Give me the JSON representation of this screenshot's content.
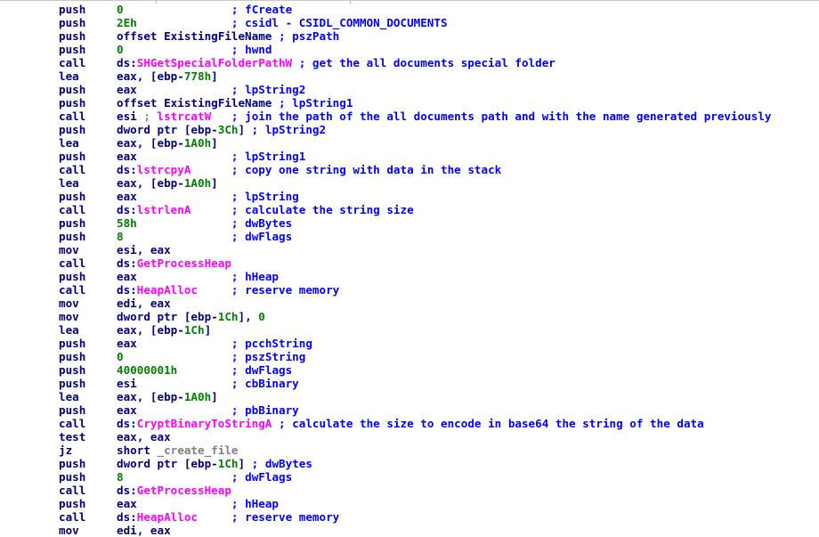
{
  "lines": [
    {
      "m": "push",
      "op": [
        [
          "0",
          "n"
        ]
      ],
      "c": "fCreate"
    },
    {
      "m": "push",
      "op": [
        [
          "2Eh",
          "n"
        ]
      ],
      "c": "csidl - CSIDL_COMMON_DOCUMENTS"
    },
    {
      "m": "push",
      "op": [
        [
          "offset ExistingFileName",
          "t"
        ]
      ],
      "c": "pszPath"
    },
    {
      "m": "push",
      "op": [
        [
          "0",
          "n"
        ]
      ],
      "c": "hwnd"
    },
    {
      "m": "call",
      "op": [
        [
          "ds:",
          "t"
        ],
        [
          "SHGetSpecialFolderPathW",
          "f"
        ]
      ],
      "c": "get the all documents special folder"
    },
    {
      "m": "lea",
      "op": [
        [
          "eax, [ebp-",
          "t"
        ],
        [
          "778h",
          "n"
        ],
        [
          "]",
          "t"
        ]
      ]
    },
    {
      "m": "push",
      "op": [
        [
          "eax",
          "t"
        ]
      ],
      "c": "lpString2"
    },
    {
      "m": "push",
      "op": [
        [
          "offset ExistingFileName",
          "t"
        ]
      ],
      "c": "lpString1"
    },
    {
      "m": "call",
      "op": [
        [
          "esi",
          "t"
        ],
        [
          " ; ",
          "g"
        ],
        [
          "lstrcatW",
          "f"
        ]
      ],
      "c": "join the path of the all documents path and with the name generated previously"
    },
    {
      "m": "push",
      "op": [
        [
          "dword ptr [ebp-",
          "t"
        ],
        [
          "3Ch",
          "n"
        ],
        [
          "]",
          "t"
        ]
      ],
      "c": "lpString2"
    },
    {
      "m": "lea",
      "op": [
        [
          "eax, [ebp-",
          "t"
        ],
        [
          "1A0h",
          "n"
        ],
        [
          "]",
          "t"
        ]
      ]
    },
    {
      "m": "push",
      "op": [
        [
          "eax",
          "t"
        ]
      ],
      "c": "lpString1"
    },
    {
      "m": "call",
      "op": [
        [
          "ds:",
          "t"
        ],
        [
          "lstrcpyA",
          "f"
        ]
      ],
      "c": "copy one string with data in the stack"
    },
    {
      "m": "lea",
      "op": [
        [
          "eax, [ebp-",
          "t"
        ],
        [
          "1A0h",
          "n"
        ],
        [
          "]",
          "t"
        ]
      ]
    },
    {
      "m": "push",
      "op": [
        [
          "eax",
          "t"
        ]
      ],
      "c": "lpString"
    },
    {
      "m": "call",
      "op": [
        [
          "ds:",
          "t"
        ],
        [
          "lstrlenA",
          "f"
        ]
      ],
      "c": "calculate the string size"
    },
    {
      "m": "push",
      "op": [
        [
          "58h",
          "n"
        ]
      ],
      "c": "dwBytes"
    },
    {
      "m": "push",
      "op": [
        [
          "8",
          "n"
        ]
      ],
      "c": "dwFlags"
    },
    {
      "m": "mov",
      "op": [
        [
          "esi, eax",
          "t"
        ]
      ]
    },
    {
      "m": "call",
      "op": [
        [
          "ds:",
          "t"
        ],
        [
          "GetProcessHeap",
          "f"
        ]
      ]
    },
    {
      "m": "push",
      "op": [
        [
          "eax",
          "t"
        ]
      ],
      "c": "hHeap"
    },
    {
      "m": "call",
      "op": [
        [
          "ds:",
          "t"
        ],
        [
          "HeapAlloc",
          "f"
        ]
      ],
      "c": "reserve memory"
    },
    {
      "m": "mov",
      "op": [
        [
          "edi, eax",
          "t"
        ]
      ]
    },
    {
      "m": "mov",
      "op": [
        [
          "dword ptr [ebp-",
          "t"
        ],
        [
          "1Ch",
          "n"
        ],
        [
          "], ",
          "t"
        ],
        [
          "0",
          "n"
        ]
      ]
    },
    {
      "m": "lea",
      "op": [
        [
          "eax, [ebp-",
          "t"
        ],
        [
          "1Ch",
          "n"
        ],
        [
          "]",
          "t"
        ]
      ]
    },
    {
      "m": "push",
      "op": [
        [
          "eax",
          "t"
        ]
      ],
      "c": "pcchString"
    },
    {
      "m": "push",
      "op": [
        [
          "0",
          "n"
        ]
      ],
      "c": "pszString"
    },
    {
      "m": "push",
      "op": [
        [
          "40000001h",
          "n"
        ]
      ],
      "c": "dwFlags"
    },
    {
      "m": "push",
      "op": [
        [
          "esi",
          "t"
        ]
      ],
      "c": "cbBinary"
    },
    {
      "m": "lea",
      "op": [
        [
          "eax, [ebp-",
          "t"
        ],
        [
          "1A0h",
          "n"
        ],
        [
          "]",
          "t"
        ]
      ]
    },
    {
      "m": "push",
      "op": [
        [
          "eax",
          "t"
        ]
      ],
      "c": "pbBinary"
    },
    {
      "m": "call",
      "op": [
        [
          "ds:",
          "t"
        ],
        [
          "CryptBinaryToStringA",
          "f"
        ]
      ],
      "c": "calculate the size to encode in base64 the string of the data"
    },
    {
      "m": "test",
      "op": [
        [
          "eax, eax",
          "t"
        ]
      ]
    },
    {
      "m": "jz",
      "op": [
        [
          "short ",
          "t"
        ],
        [
          "_create_file",
          "g"
        ]
      ]
    },
    {
      "m": "push",
      "op": [
        [
          "dword ptr [ebp-",
          "t"
        ],
        [
          "1Ch",
          "n"
        ],
        [
          "]",
          "t"
        ]
      ],
      "c": "dwBytes"
    },
    {
      "m": "push",
      "op": [
        [
          "8",
          "n"
        ]
      ],
      "c": "dwFlags"
    },
    {
      "m": "call",
      "op": [
        [
          "ds:",
          "t"
        ],
        [
          "GetProcessHeap",
          "f"
        ]
      ]
    },
    {
      "m": "push",
      "op": [
        [
          "eax",
          "t"
        ]
      ],
      "c": "hHeap"
    },
    {
      "m": "call",
      "op": [
        [
          "ds:",
          "t"
        ],
        [
          "HeapAlloc",
          "f"
        ]
      ],
      "c": "reserve memory"
    },
    {
      "m": "mov",
      "op": [
        [
          "edi, eax",
          "t"
        ]
      ]
    }
  ]
}
